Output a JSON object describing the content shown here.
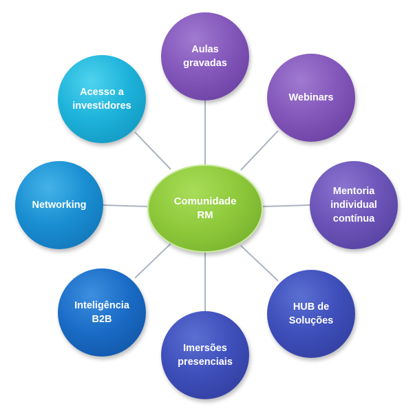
{
  "diagram": {
    "center": {
      "label": "Comunidade\nRM"
    },
    "nodes": [
      {
        "id": "aulas",
        "label": "Aulas\ngravadas"
      },
      {
        "id": "webinars",
        "label": "Webinars"
      },
      {
        "id": "mentoria",
        "label": "Mentoria\nindividual\ncontínua"
      },
      {
        "id": "hub",
        "label": "HUB de\nSoluções"
      },
      {
        "id": "imersoes",
        "label": "Imersões\npresenciais"
      },
      {
        "id": "inteligencia",
        "label": "Inteligência\nB2B"
      },
      {
        "id": "networking",
        "label": "Networking"
      },
      {
        "id": "acesso",
        "label": "Acesso a\ninvestidores"
      }
    ]
  }
}
